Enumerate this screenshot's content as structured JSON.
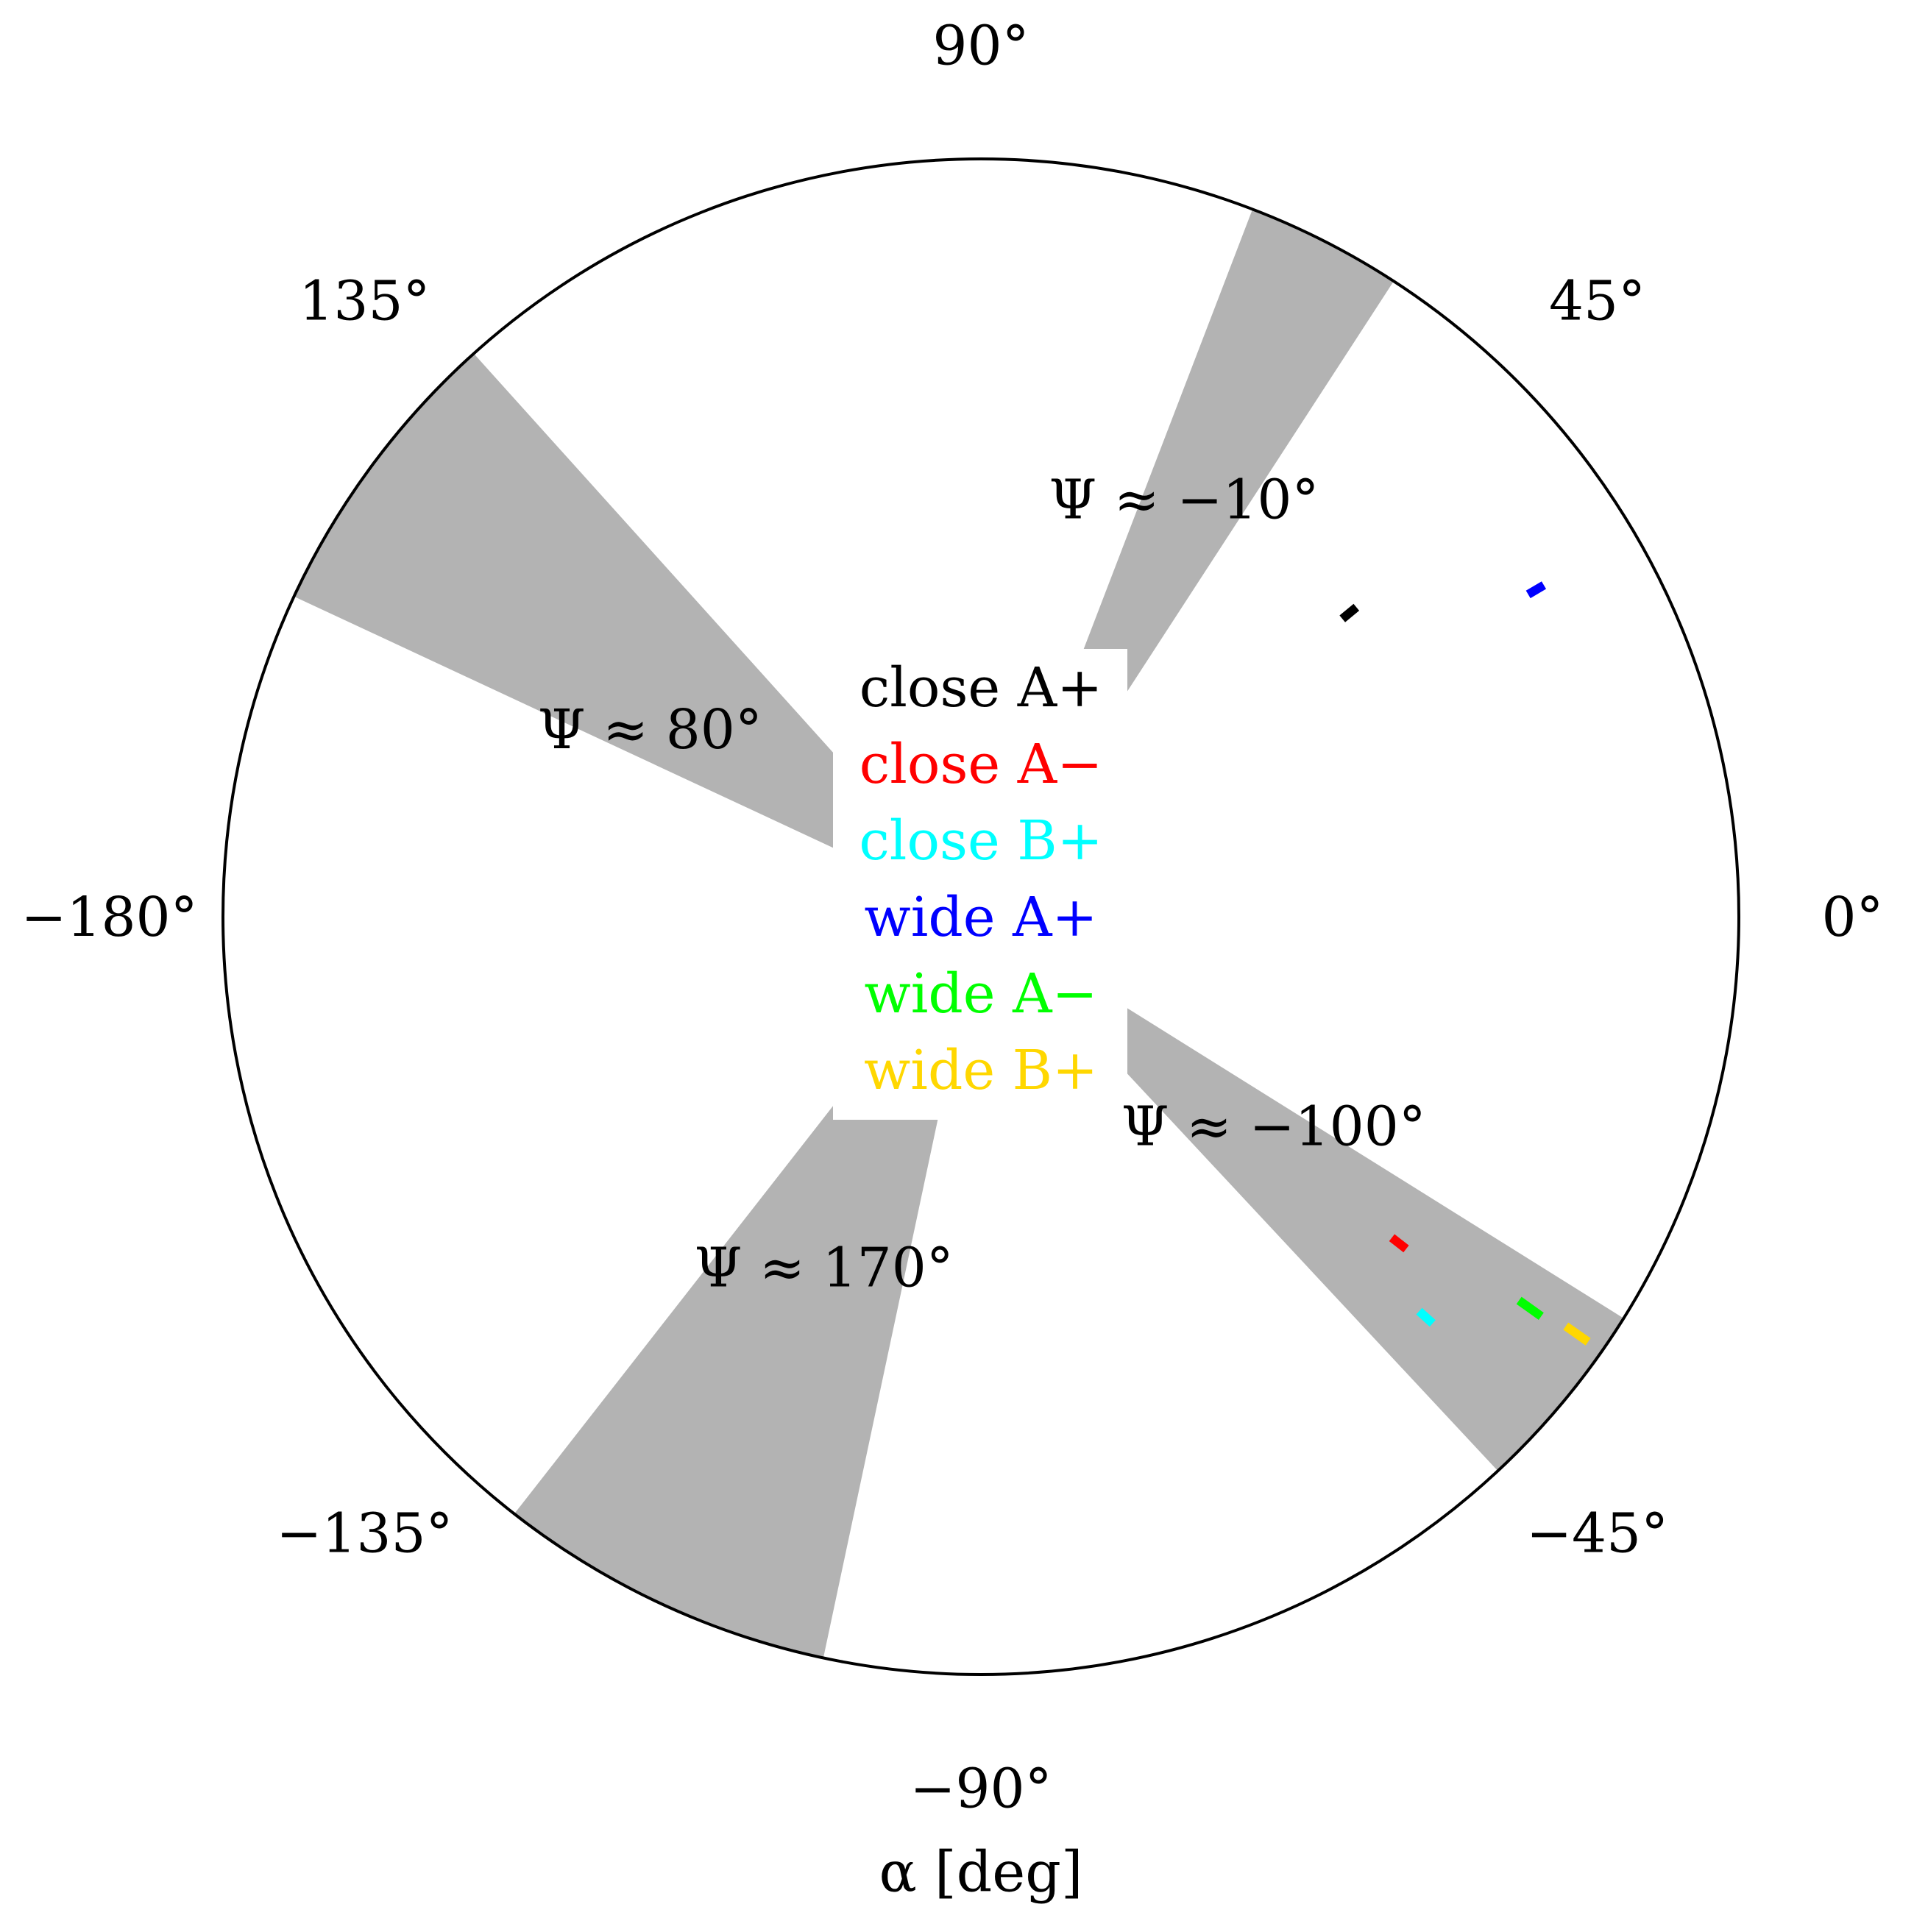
{
  "chart_data": {
    "type": "polar",
    "title": "",
    "xlabel": "α [deg]",
    "theta_ticks": [
      {
        "angle": 0,
        "label": "0°"
      },
      {
        "angle": 45,
        "label": "45°"
      },
      {
        "angle": 90,
        "label": "90°"
      },
      {
        "angle": 135,
        "label": "135°"
      },
      {
        "angle": 180,
        "label": "−180°"
      },
      {
        "angle": -135,
        "label": "−135°"
      },
      {
        "angle": -90,
        "label": "−90°"
      },
      {
        "angle": -45,
        "label": "−45°"
      }
    ],
    "shaded_regions": [
      {
        "label": "Ψ ≈ −10°",
        "from_deg": 57,
        "to_deg": 69,
        "r_inner": 0.2,
        "r_outer": 1.0
      },
      {
        "label": "Ψ ≈ 80°",
        "from_deg": 132,
        "to_deg": 155,
        "r_inner": 0.2,
        "r_outer": 1.0
      },
      {
        "label": "Ψ ≈ 170°",
        "from_deg": -128,
        "to_deg": -102,
        "r_inner": 0.2,
        "r_outer": 1.0
      },
      {
        "label": "Ψ ≈ −100°",
        "from_deg": -47,
        "to_deg": -32,
        "r_inner": 0.2,
        "r_outer": 1.0
      }
    ],
    "series": [
      {
        "name": "close A+",
        "color": "#000000",
        "angle_deg": 39.5,
        "r": 0.63,
        "half_len": 0.012
      },
      {
        "name": "close A−",
        "color": "#ff0000",
        "angle_deg": -38.0,
        "r": 0.7,
        "half_len": 0.012
      },
      {
        "name": "close B+",
        "color": "#00ffff",
        "angle_deg": -42.0,
        "r": 0.79,
        "half_len": 0.012
      },
      {
        "name": "wide A+",
        "color": "#0000ff",
        "angle_deg": 30.5,
        "r": 0.85,
        "half_len": 0.012
      },
      {
        "name": "wide A−",
        "color": "#00ff00",
        "angle_deg": -35.5,
        "r": 0.89,
        "half_len": 0.018
      },
      {
        "name": "wide B+",
        "color": "#ffd700",
        "angle_deg": -35.0,
        "r": 0.96,
        "half_len": 0.018
      }
    ],
    "legend_position": "center",
    "grid": false
  }
}
